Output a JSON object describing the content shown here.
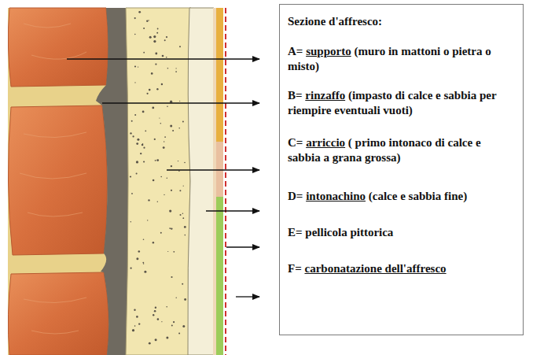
{
  "diagram": {
    "nodes": [
      {
        "text": [
          "Sezione d'affresco:",
          "A= supporto (muro in mattoni o pietra o misto)",
          "B= rinzaffo (impasto di calce e sabbia per riempire eventuali vuoti)",
          "C= arriccio ( primo intonaco di calce e sabbia a grana grossa)",
          "D= intonachino (calce e sabbia fine)",
          "E= pellicola pittorica",
          "F=  carbonatazione dell'affresco"
        ]
      }
    ]
  }
}
